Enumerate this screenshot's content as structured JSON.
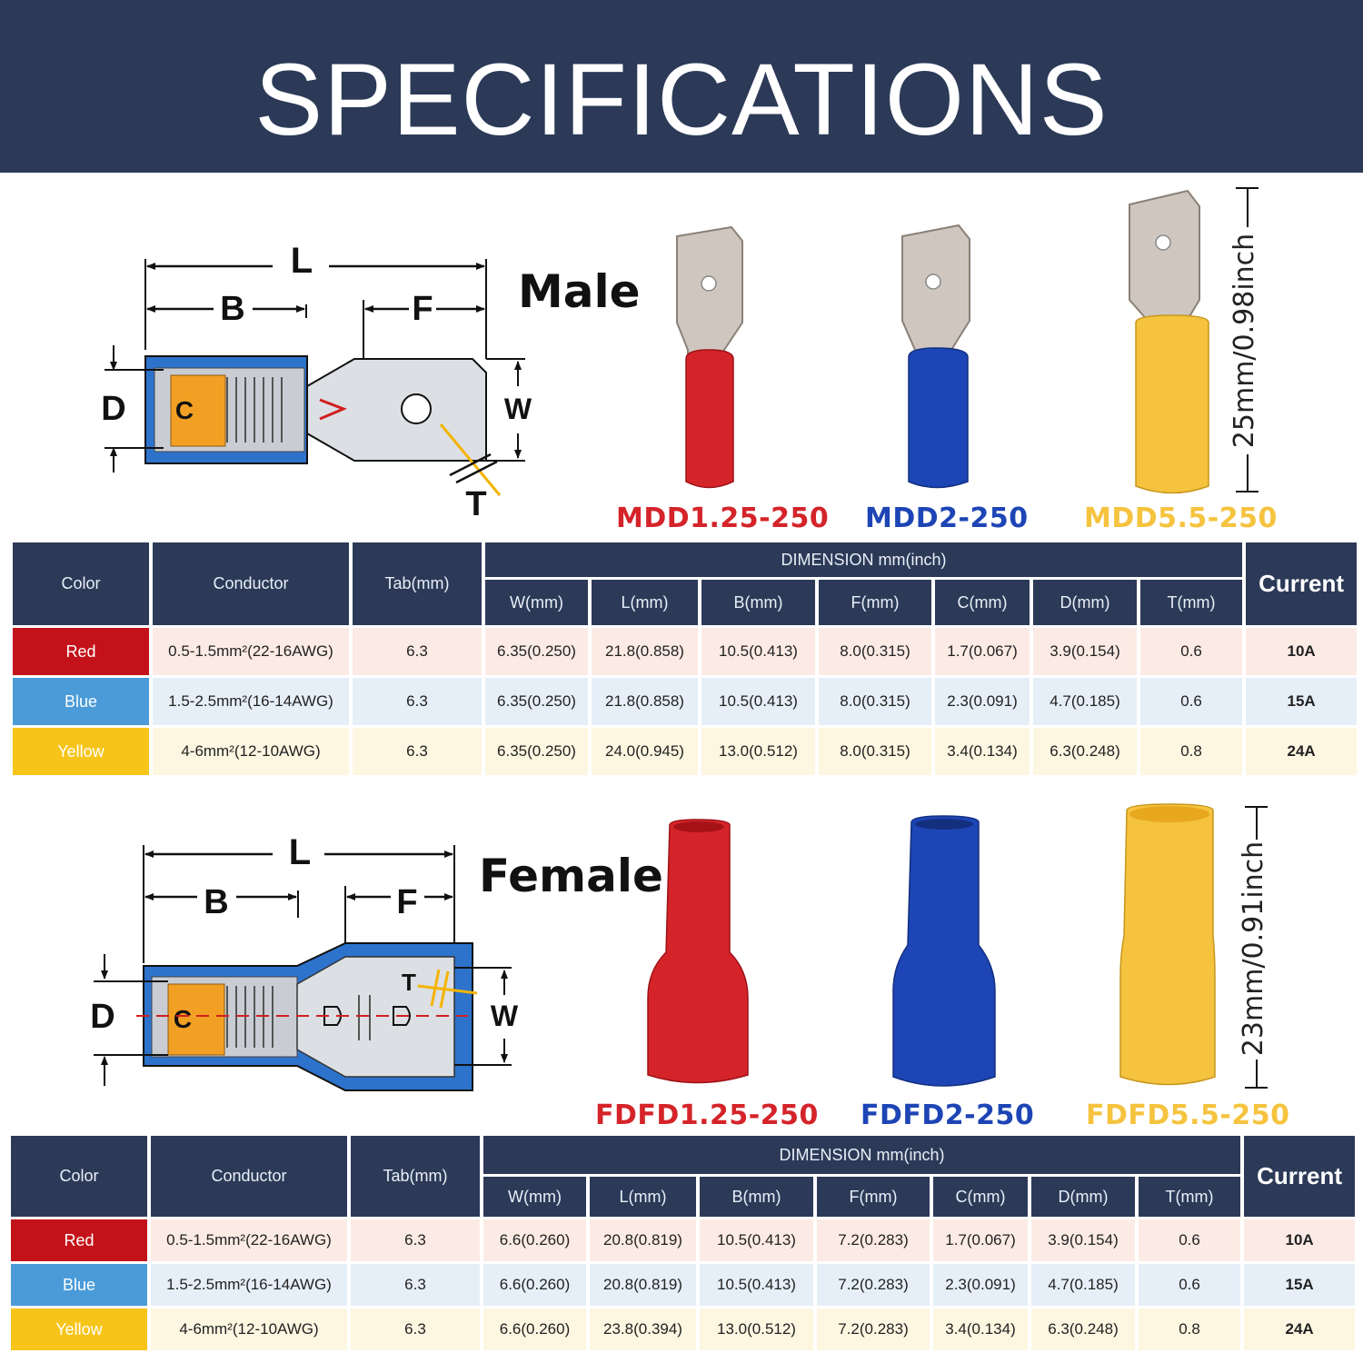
{
  "header": {
    "title": "SPECIFICATIONS"
  },
  "colors": {
    "header_bg": "#2c3a58",
    "red": "#d4242a",
    "blue": "#1d45b5",
    "yellow": "#f5c33e",
    "table_header": "#2c3a58"
  },
  "diagram_labels": {
    "L": "L",
    "B": "B",
    "F": "F",
    "D": "D",
    "W": "W",
    "T": "T",
    "C": "C"
  },
  "male": {
    "label": "Male",
    "size_note": "25mm/0.98inch",
    "models": [
      "MDD1.25-250",
      "MDD2-250",
      "MDD5.5-250"
    ],
    "table": {
      "headers": {
        "color": "Color",
        "conductor": "Conductor",
        "tab": "Tab(mm)",
        "dimension": "DIMENSION mm(inch)",
        "current": "Current",
        "dims": [
          "W(mm)",
          "L(mm)",
          "B(mm)",
          "F(mm)",
          "C(mm)",
          "D(mm)",
          "T(mm)"
        ]
      },
      "rows": [
        {
          "color": "Red",
          "conductor": "0.5-1.5mm²(22-16AWG)",
          "tab": "6.3",
          "dims": [
            "6.35(0.250)",
            "21.8(0.858)",
            "10.5(0.413)",
            "8.0(0.315)",
            "1.7(0.067)",
            "3.9(0.154)",
            "0.6"
          ],
          "current": "10A"
        },
        {
          "color": "Blue",
          "conductor": "1.5-2.5mm²(16-14AWG)",
          "tab": "6.3",
          "dims": [
            "6.35(0.250)",
            "21.8(0.858)",
            "10.5(0.413)",
            "8.0(0.315)",
            "2.3(0.091)",
            "4.7(0.185)",
            "0.6"
          ],
          "current": "15A"
        },
        {
          "color": "Yellow",
          "conductor": "4-6mm²(12-10AWG)",
          "tab": "6.3",
          "dims": [
            "6.35(0.250)",
            "24.0(0.945)",
            "13.0(0.512)",
            "8.0(0.315)",
            "3.4(0.134)",
            "6.3(0.248)",
            "0.8"
          ],
          "current": "24A"
        }
      ]
    }
  },
  "female": {
    "label": "Female",
    "size_note": "23mm/0.91inch",
    "models": [
      "FDFD1.25-250",
      "FDFD2-250",
      "FDFD5.5-250"
    ],
    "table": {
      "headers": {
        "color": "Color",
        "conductor": "Conductor",
        "tab": "Tab(mm)",
        "dimension": "DIMENSION mm(inch)",
        "current": "Current",
        "dims": [
          "W(mm)",
          "L(mm)",
          "B(mm)",
          "F(mm)",
          "C(mm)",
          "D(mm)",
          "T(mm)"
        ]
      },
      "rows": [
        {
          "color": "Red",
          "conductor": "0.5-1.5mm²(22-16AWG)",
          "tab": "6.3",
          "dims": [
            "6.6(0.260)",
            "20.8(0.819)",
            "10.5(0.413)",
            "7.2(0.283)",
            "1.7(0.067)",
            "3.9(0.154)",
            "0.6"
          ],
          "current": "10A"
        },
        {
          "color": "Blue",
          "conductor": "1.5-2.5mm²(16-14AWG)",
          "tab": "6.3",
          "dims": [
            "6.6(0.260)",
            "20.8(0.819)",
            "10.5(0.413)",
            "7.2(0.283)",
            "2.3(0.091)",
            "4.7(0.185)",
            "0.6"
          ],
          "current": "15A"
        },
        {
          "color": "Yellow",
          "conductor": "4-6mm²(12-10AWG)",
          "tab": "6.3",
          "dims": [
            "6.6(0.260)",
            "23.8(0.394)",
            "13.0(0.512)",
            "7.2(0.283)",
            "3.4(0.134)",
            "6.3(0.248)",
            "0.8"
          ],
          "current": "24A"
        }
      ]
    }
  }
}
